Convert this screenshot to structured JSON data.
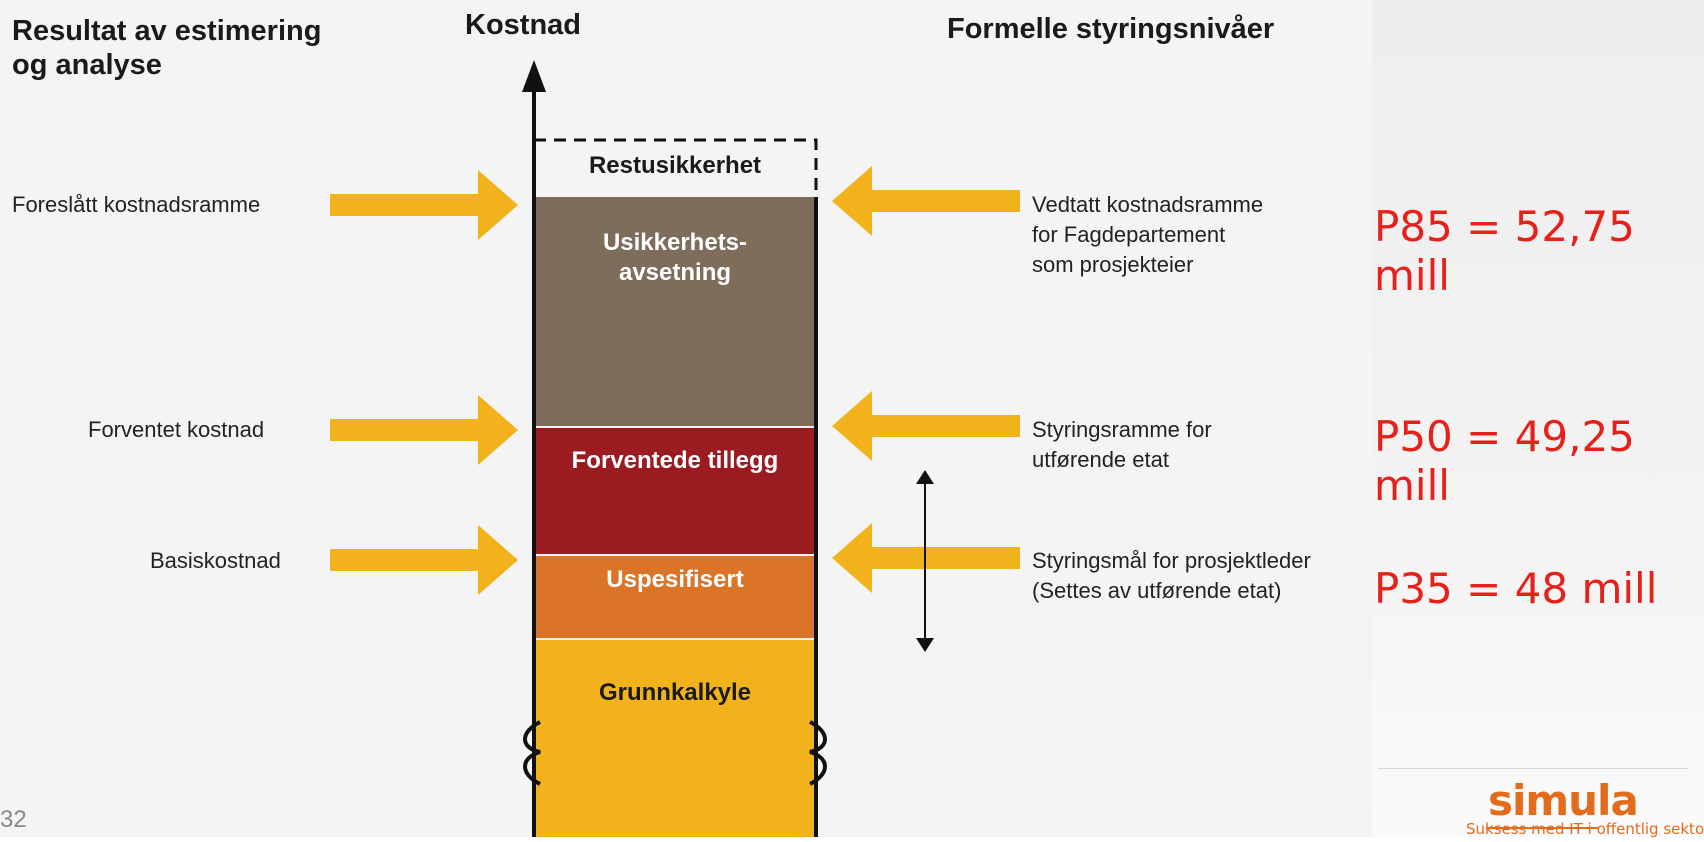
{
  "headings": {
    "left": "Resultat av estimering\nog analyse",
    "center": "Kostnad",
    "right": "Formelle styringsnivåer"
  },
  "left_labels": {
    "proposed": "Foreslått kostnadsramme",
    "expected": "Forventet kostnad",
    "base": "Basiskostnad"
  },
  "right_labels": {
    "approved": "Vedtatt kostnadsramme\nfor Fagdepartement\nsom prosjekteier",
    "steering_frame": "Styringsramme for\nutførende etat",
    "steering_goal": "Styringsmål for prosjektleder\n(Settes av utførende etat)"
  },
  "blocks": {
    "restusikkerhet": "Restusikkerhet",
    "usikkerhet": "Usikkerhets-\navsetning",
    "forventede": "Forventede tillegg",
    "uspesifisert": "Uspesifisert",
    "grunnkalkyle": "Grunnkalkyle"
  },
  "percentiles": {
    "p85": "P85 = 52,75 mill",
    "p50": "P50 = 49,25 mill",
    "p35": "P35 = 48 mill"
  },
  "slide_number": "32",
  "logo": {
    "name": "simula",
    "tagline": "Suksess med IT i offentlig sektor"
  },
  "colors": {
    "arrow": "#f2b21b",
    "usikkerhet": "#7f6d5c",
    "forventede": "#9b1c20",
    "uspesifisert": "#d97428",
    "grunnkalkyle": "#f2b21b",
    "percentile_text": "#e8201a",
    "logo": "#e36b1c"
  }
}
